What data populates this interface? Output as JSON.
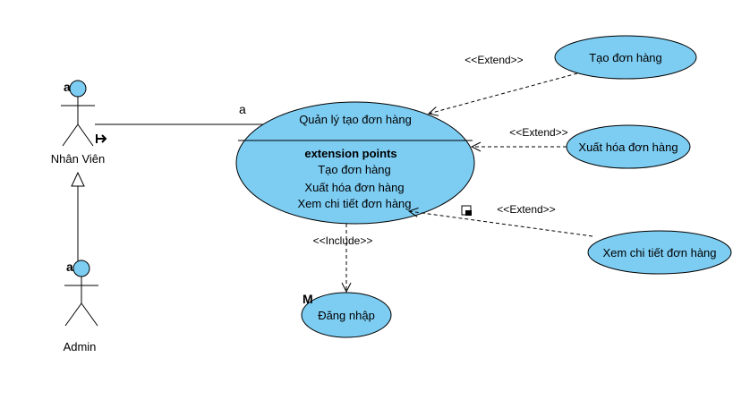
{
  "actors": {
    "staff": {
      "name": "Nhân Viên",
      "marker": "a"
    },
    "admin": {
      "name": "Admin",
      "marker": "a"
    }
  },
  "association": {
    "label": "a"
  },
  "main_use_case": {
    "name": "Quản lý tạo đơn hàng",
    "extension_header": "extension points",
    "extension_points": [
      "Tạo đơn hàng",
      "Xuất hóa đơn hàng",
      "Xem chi tiết đơn hàng"
    ]
  },
  "extensions": [
    {
      "name": "Tạo đơn hàng",
      "stereotype": "<<Extend>>"
    },
    {
      "name": "Xuất hóa đơn hàng",
      "stereotype": "<<Extend>>"
    },
    {
      "name": "Xem chi tiết đơn hàng",
      "stereotype": "<<Extend>>"
    }
  ],
  "include": {
    "name": "Đăng nhập",
    "stereotype": "<<Include>>",
    "marker": "M"
  },
  "colors": {
    "use_case_fill": "#7dcdf3",
    "line": "#000000"
  }
}
